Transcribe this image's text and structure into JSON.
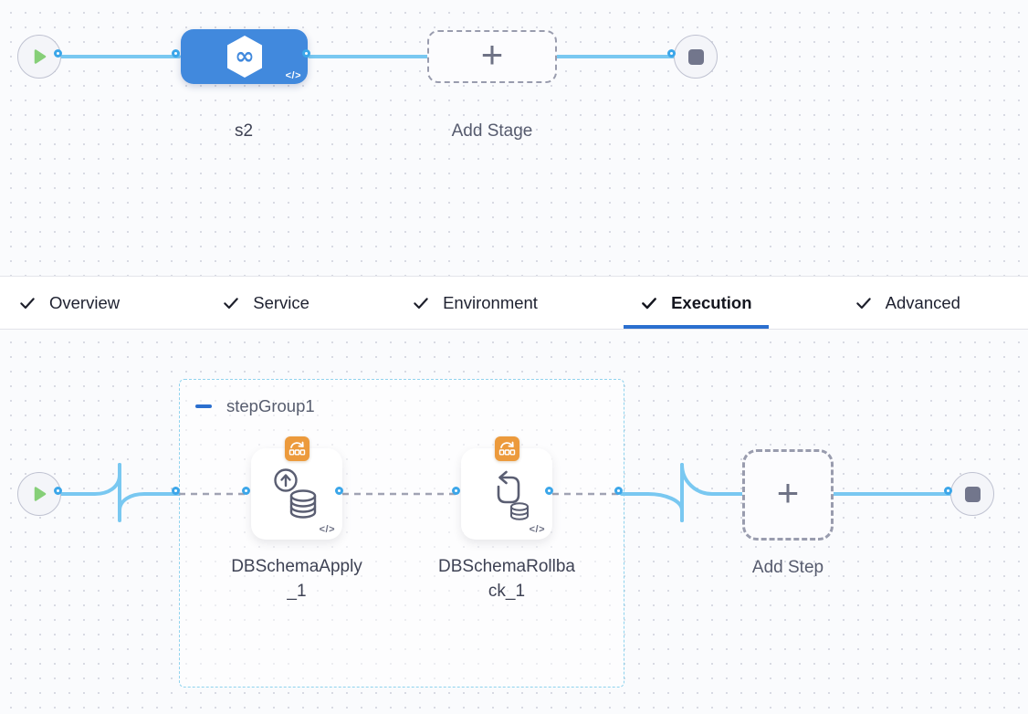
{
  "stage_pipeline": {
    "stage_label": "s2",
    "add_stage_label": "Add Stage",
    "plus_glyph": "+",
    "code_glyph": "</>"
  },
  "tab_bar": {
    "tabs": [
      {
        "label": "Overview",
        "checked": true,
        "active": false
      },
      {
        "label": "Service",
        "checked": true,
        "active": false
      },
      {
        "label": "Environment",
        "checked": true,
        "active": false
      },
      {
        "label": "Execution",
        "checked": true,
        "active": true
      },
      {
        "label": "Advanced",
        "checked": true,
        "active": false
      }
    ]
  },
  "execution_graph": {
    "step_group_label": "stepGroup1",
    "steps": [
      {
        "label": "DBSchemaApply_1",
        "icon": "db-schema-apply-icon",
        "badge": "step-group-badge-icon"
      },
      {
        "label": "DBSchemaRollback_1",
        "icon": "db-schema-rollback-icon",
        "badge": "step-group-badge-icon"
      }
    ],
    "add_step_label": "Add Step",
    "plus_glyph": "+",
    "code_glyph": "</>"
  },
  "colors": {
    "stage_node_blue": "#4189dd",
    "connector_blue": "#79c8f1",
    "port_ring_blue": "#3ba6e9",
    "active_tab_underline": "#2b6fcf",
    "badge_orange": "#ec9a3c",
    "play_green": "#86cf78",
    "stop_gray": "#72768c",
    "group_border_cyan": "#8fd3ee"
  }
}
